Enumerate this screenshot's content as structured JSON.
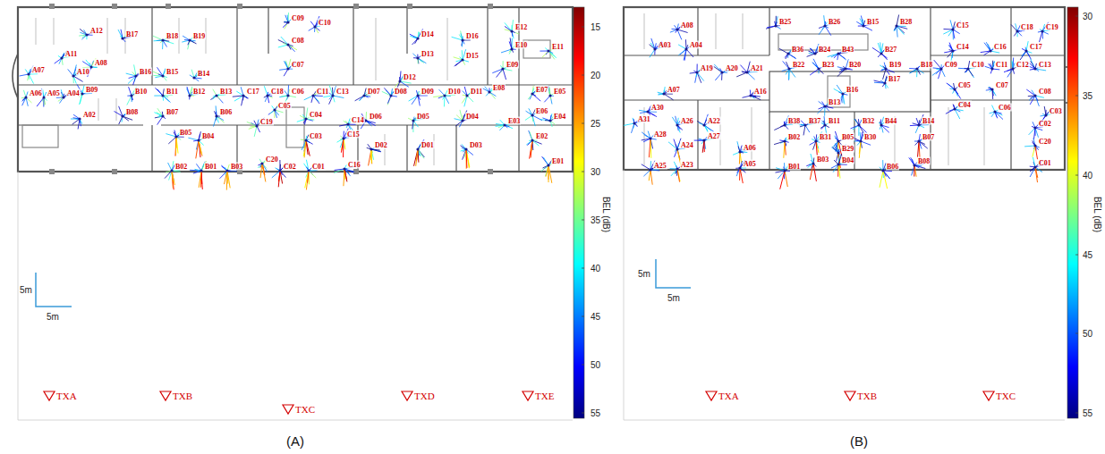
{
  "diagram": {
    "labels": [
      "A07",
      "A11",
      "A12",
      "A10",
      "A08",
      "A06",
      "A05",
      "A04",
      "B09",
      "B10",
      "B11",
      "B12",
      "B13",
      "C17",
      "C18",
      "C06",
      "C11",
      "C13",
      "D07",
      "D08",
      "D09",
      "D10",
      "D11",
      "E08",
      "E07",
      "E05",
      "A02",
      "B08",
      "B07",
      "B06",
      "C05",
      "C04",
      "D06",
      "D05",
      "D04",
      "E03",
      "E06",
      "E04",
      "B05",
      "B04",
      "C19",
      "C03",
      "C14",
      "C15",
      "D02",
      "D01",
      "D03",
      "E02",
      "B02",
      "B01",
      "B03",
      "C20",
      "C02",
      "C01",
      "C16",
      "E01",
      "B17",
      "B18",
      "B19",
      "B16",
      "B15",
      "B14",
      "C09",
      "C10",
      "C08",
      "C07",
      "D14",
      "D13",
      "D12",
      "D16",
      "D15",
      "E12",
      "E10",
      "E11",
      "E09",
      "A08",
      "B25",
      "B26",
      "B15",
      "B28",
      "C15",
      "C18",
      "C19",
      "A03",
      "A04",
      "B36",
      "B24",
      "B43",
      "B27",
      "C14",
      "C16",
      "C17",
      "A19",
      "A20",
      "A21",
      "B22",
      "B23",
      "B20",
      "B19",
      "B18",
      "C09",
      "C10",
      "C11",
      "C12",
      "C13",
      "A07",
      "A16",
      "B17",
      "B16",
      "C05",
      "C07",
      "C08",
      "B13",
      "C04",
      "C06",
      "A30",
      "C03",
      "A31",
      "A26",
      "A22",
      "B38",
      "B37",
      "B11",
      "B32",
      "B44",
      "B14",
      "C02",
      "A28",
      "A27",
      "B02",
      "B31",
      "B05",
      "B30",
      "B07",
      "C20",
      "A24",
      "A06",
      "B29",
      "B04",
      "B03",
      "A25",
      "A23",
      "A05",
      "B01",
      "B06",
      "B08",
      "C01",
      "15",
      "20",
      "25",
      "30",
      "35",
      "40",
      "45",
      "50",
      "55",
      "BEL (dB)",
      "30",
      "35",
      "40",
      "45",
      "50",
      "55",
      "BEL (dB)",
      "5m",
      "5m",
      "5m",
      "5m",
      "TXA",
      "TXB",
      "TXC",
      "TXD",
      "TXE",
      "TXA",
      "TXB",
      "TXC",
      "(A)",
      "(B)"
    ]
  }
}
